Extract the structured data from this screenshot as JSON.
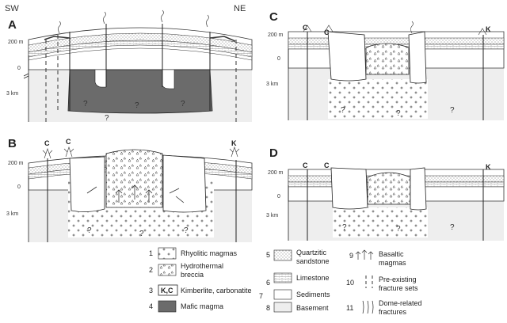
{
  "directions": {
    "sw": "SW",
    "ne": "NE"
  },
  "panels": [
    {
      "label": "A",
      "top_tick": "200 m",
      "zero_tick": "0",
      "depth_tick": "3 km",
      "vents": []
    },
    {
      "label": "B",
      "top_tick": "200 m",
      "zero_tick": "0",
      "depth_tick": "3 km",
      "vents": [
        "C",
        "C",
        "K"
      ]
    },
    {
      "label": "C",
      "top_tick": "200 m",
      "zero_tick": "0",
      "depth_tick": "3 km",
      "vents": [
        "C",
        "C",
        "K"
      ]
    },
    {
      "label": "D",
      "top_tick": "200 m",
      "zero_tick": "0",
      "depth_tick": "3 km",
      "vents": [
        "C",
        "C",
        "K"
      ]
    }
  ],
  "unknown_mark": "?",
  "legend": [
    {
      "num": "1",
      "text": [
        "Rhyolitic magmas"
      ]
    },
    {
      "num": "2",
      "text": [
        "Hydrothermal",
        "breccia"
      ]
    },
    {
      "num": "3",
      "box": "K,C",
      "text": [
        "Kimberlite, carbonatite"
      ]
    },
    {
      "num": "4",
      "text": [
        "Mafic magma"
      ]
    },
    {
      "num": "5",
      "text": [
        "Quartzitic",
        "sandstone"
      ]
    },
    {
      "num": "6",
      "text": [
        "Limestone"
      ]
    },
    {
      "num": "7",
      "text": [
        "Sediments"
      ]
    },
    {
      "num": "8",
      "text": [
        "Basement"
      ]
    },
    {
      "num": "9",
      "text": [
        "Basaltic",
        "magmas"
      ]
    },
    {
      "num": "10",
      "text": [
        "Pre-existing",
        "fracture sets"
      ]
    },
    {
      "num": "11",
      "text": [
        "Dome-related",
        "fractures"
      ]
    }
  ],
  "colors": {
    "mafic": "#6b6b6b",
    "basement": "#e8e8e8",
    "outline": "#333333"
  }
}
